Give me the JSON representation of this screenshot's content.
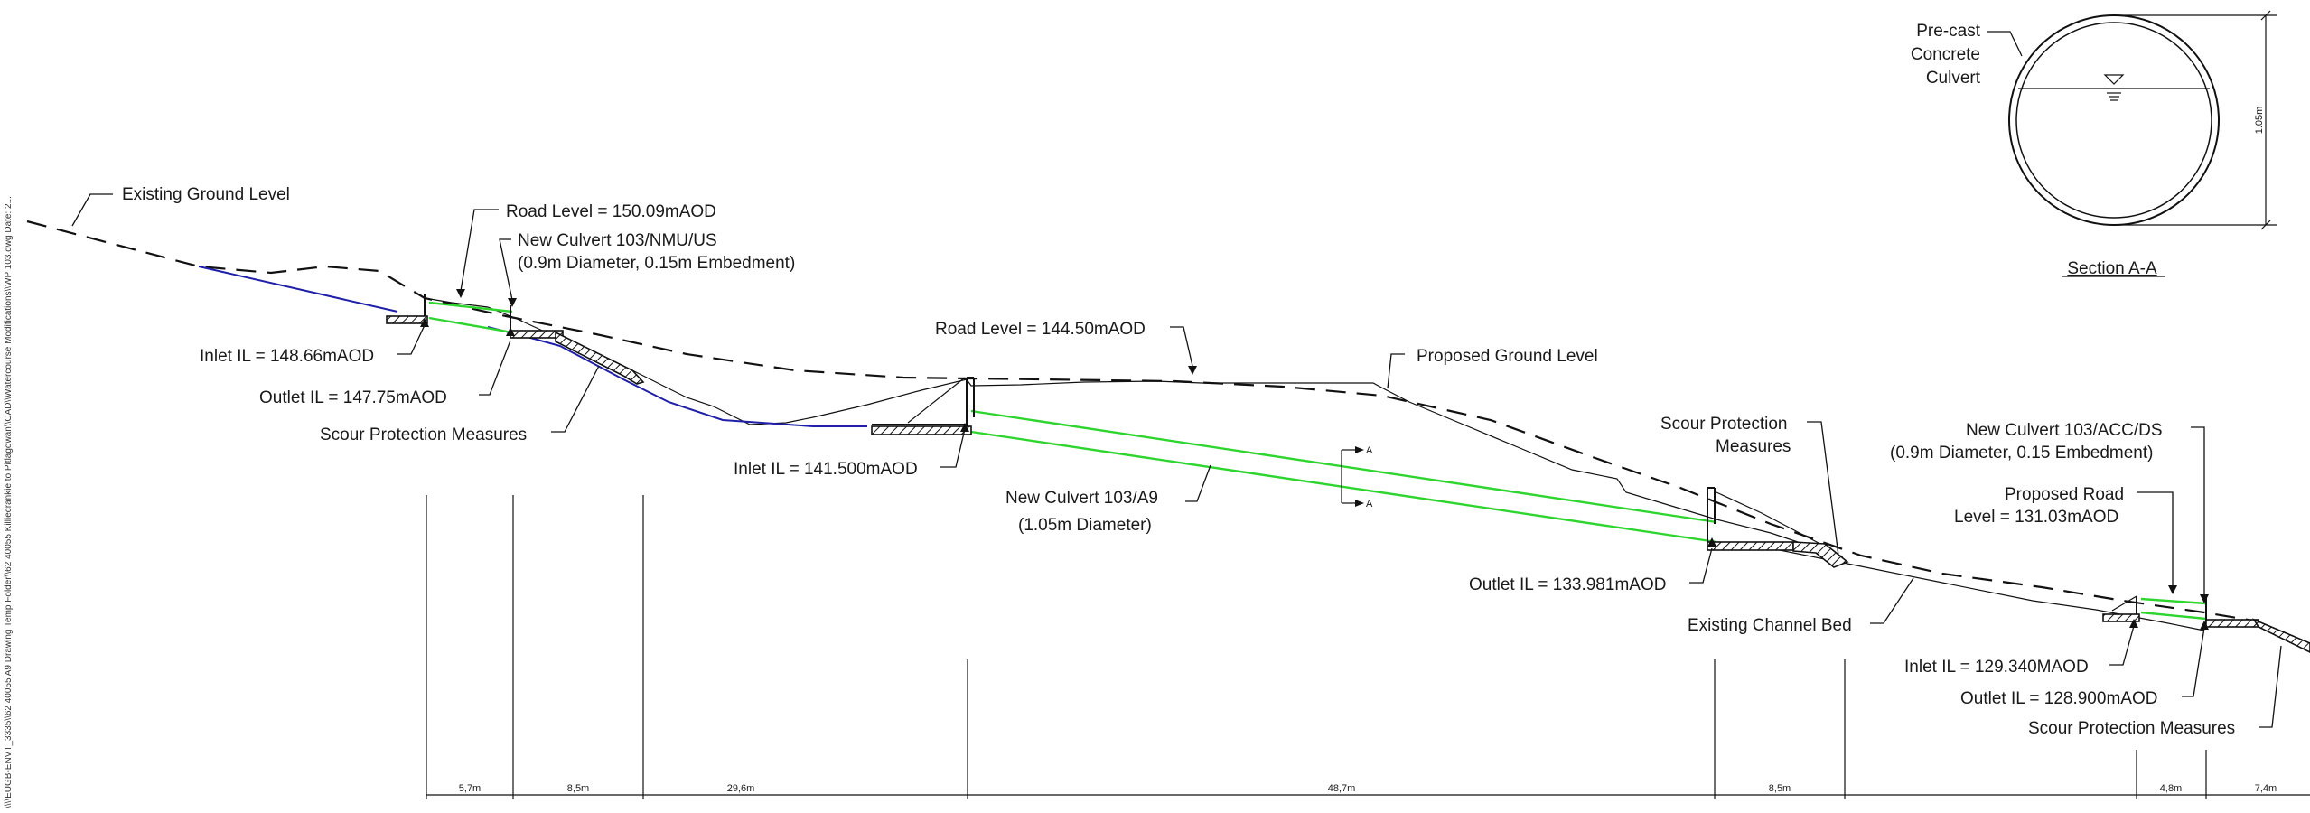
{
  "sidebar_text": "\\\\\\\\EUGB-ENVT_3335\\\\62 40055 A9 Drawing Temp Folder\\\\62 40055 Killiecrankie to Pitlagowan\\\\CAD\\\\Watercourse Modifications\\\\WP 103.dwg Date: 2...",
  "labels": {
    "existing_ground": "Existing Ground Level",
    "road_level_1": "Road Level = 150.09mAOD",
    "culvert_nmu_1": "New Culvert 103/NMU/US",
    "culvert_nmu_2": "(0.9m Diameter, 0.15m Embedment)",
    "inlet_1": "Inlet IL = 148.66mAOD",
    "outlet_1": "Outlet IL = 147.75mAOD",
    "scour_1": "Scour Protection Measures",
    "road_level_2": "Road Level = 144.50mAOD",
    "proposed_ground": "Proposed Ground Level",
    "inlet_2": "Inlet IL = 141.500mAOD",
    "culvert_a9_1": "New Culvert 103/A9",
    "culvert_a9_2": "(1.05m Diameter)",
    "section_marker_top": "A",
    "section_marker_bottom": "A",
    "scour_2_line1": "Scour Protection",
    "scour_2_line2": "Measures",
    "outlet_2": "Outlet IL = 133.981mAOD",
    "channel_bed": "Existing Channel Bed",
    "culvert_acc_1": "New Culvert 103/ACC/DS",
    "culvert_acc_2": "(0.9m Diameter, 0.15 Embedment)",
    "prop_road_1": "Proposed Road",
    "prop_road_2": "Level = 131.03mAOD",
    "inlet_3": "Inlet IL = 129.340MAOD",
    "outlet_3": "Outlet IL = 128.900mAOD",
    "scour_3": "Scour Protection Measures"
  },
  "section_detail": {
    "caption_1": "Pre-cast",
    "caption_2": "Concrete",
    "caption_3": "Culvert",
    "diameter": "1.05m",
    "title": "Section A-A"
  },
  "dimensions": [
    "5,7m",
    "8,5m",
    "29,6m",
    "48,7m",
    "8,5m",
    "4,8m",
    "7,4m"
  ],
  "colors": {
    "culvert": "#2fd52f",
    "existing_bed": "#1f1fa8",
    "linework": "#111111"
  }
}
